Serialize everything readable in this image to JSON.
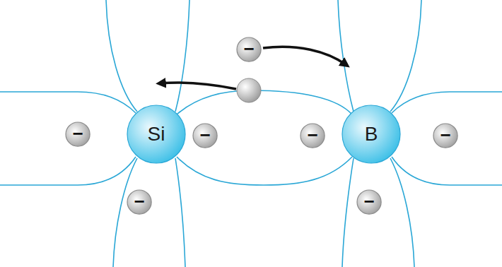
{
  "diagram": {
    "nodes": [
      {
        "text": [
          "−"
        ]
      },
      {
        "text": [
          "−"
        ]
      },
      {
        "text": [
          "Si"
        ]
      },
      {
        "text": [
          "−"
        ]
      },
      {
        "text": [
          "−"
        ]
      },
      {
        "text": [
          "B"
        ]
      },
      {
        "text": [
          "−"
        ]
      },
      {
        "text": [
          "−"
        ]
      },
      {
        "text": [
          "−"
        ]
      }
    ]
  }
}
